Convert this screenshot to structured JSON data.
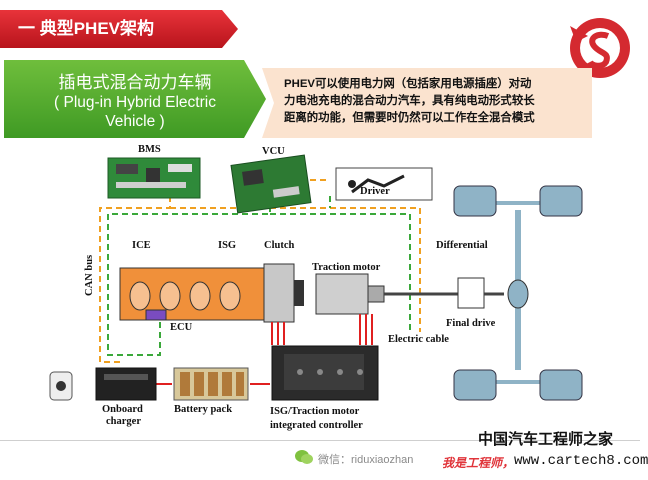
{
  "header": {
    "title": "一 典型PHEV架构"
  },
  "banner": {
    "cn_title": "插电式混合动力车辆",
    "en_title_line1": "( Plug-in Hybrid Electric",
    "en_title_line2": "Vehicle )",
    "description_line1": "PHEV可以使用电力网（包括家用电源插座）对动",
    "description_line2": "力电池充电的混合动力汽车，具有纯电动形式较长",
    "description_line3": "距离的功能，但需要时仍然可以工作在全混合模式"
  },
  "diagram": {
    "bms": "BMS",
    "vcu": "VCU",
    "driver": "Driver",
    "can_bus": "CAN bus",
    "ice": "ICE",
    "isg": "ISG",
    "clutch": "Clutch",
    "traction_motor": "Traction motor",
    "differential": "Differential",
    "final_drive": "Final drive",
    "ecu": "ECU",
    "electric_cable": "Electric cable",
    "onboard_charger_1": "Onboard",
    "onboard_charger_2": "charger",
    "battery_pack": "Battery pack",
    "controller_1": "ISG/Traction motor",
    "controller_2": "integrated controller"
  },
  "footer": {
    "wechat": "微信：riduxiaozhan",
    "watermark_cn": "中国汽车工程师之家",
    "watermark_slogan": "我是工程师，",
    "watermark_url": "www.cartech8.com"
  },
  "colors": {
    "title_red": "#d42a30",
    "banner_green": "#55ac30",
    "pink": "#fbe3cf",
    "engine_orange": "#f0903a",
    "cable_red": "#e02020",
    "can_orange": "#f0a020",
    "can_green": "#3aa83a",
    "wheel": "#8fb3c6"
  }
}
